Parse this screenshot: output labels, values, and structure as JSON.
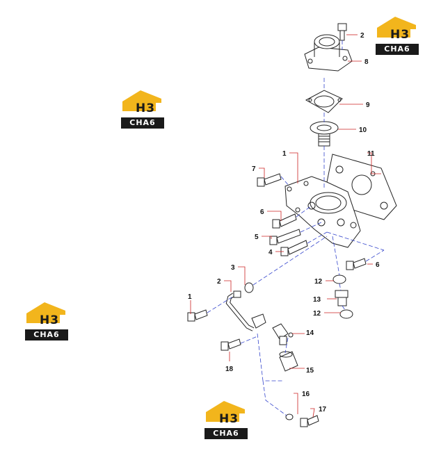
{
  "logo": {
    "mark": "H3",
    "text": "CHA6"
  },
  "callouts": {
    "c1a": "1",
    "c1b": "1",
    "c2a": "2",
    "c2b": "2",
    "c3": "3",
    "c4": "4",
    "c5": "5",
    "c6a": "6",
    "c6b": "6",
    "c7": "7",
    "c8": "8",
    "c9": "9",
    "c10": "10",
    "c11": "11",
    "c12a": "12",
    "c12b": "12",
    "c13": "13",
    "c14": "14",
    "c15": "15",
    "c16": "16",
    "c17": "17",
    "c18": "18"
  },
  "colors": {
    "line": "#222222",
    "leader": "#cc2222",
    "center_line": "#3344cc",
    "logo_gold": "#f2b51c"
  }
}
